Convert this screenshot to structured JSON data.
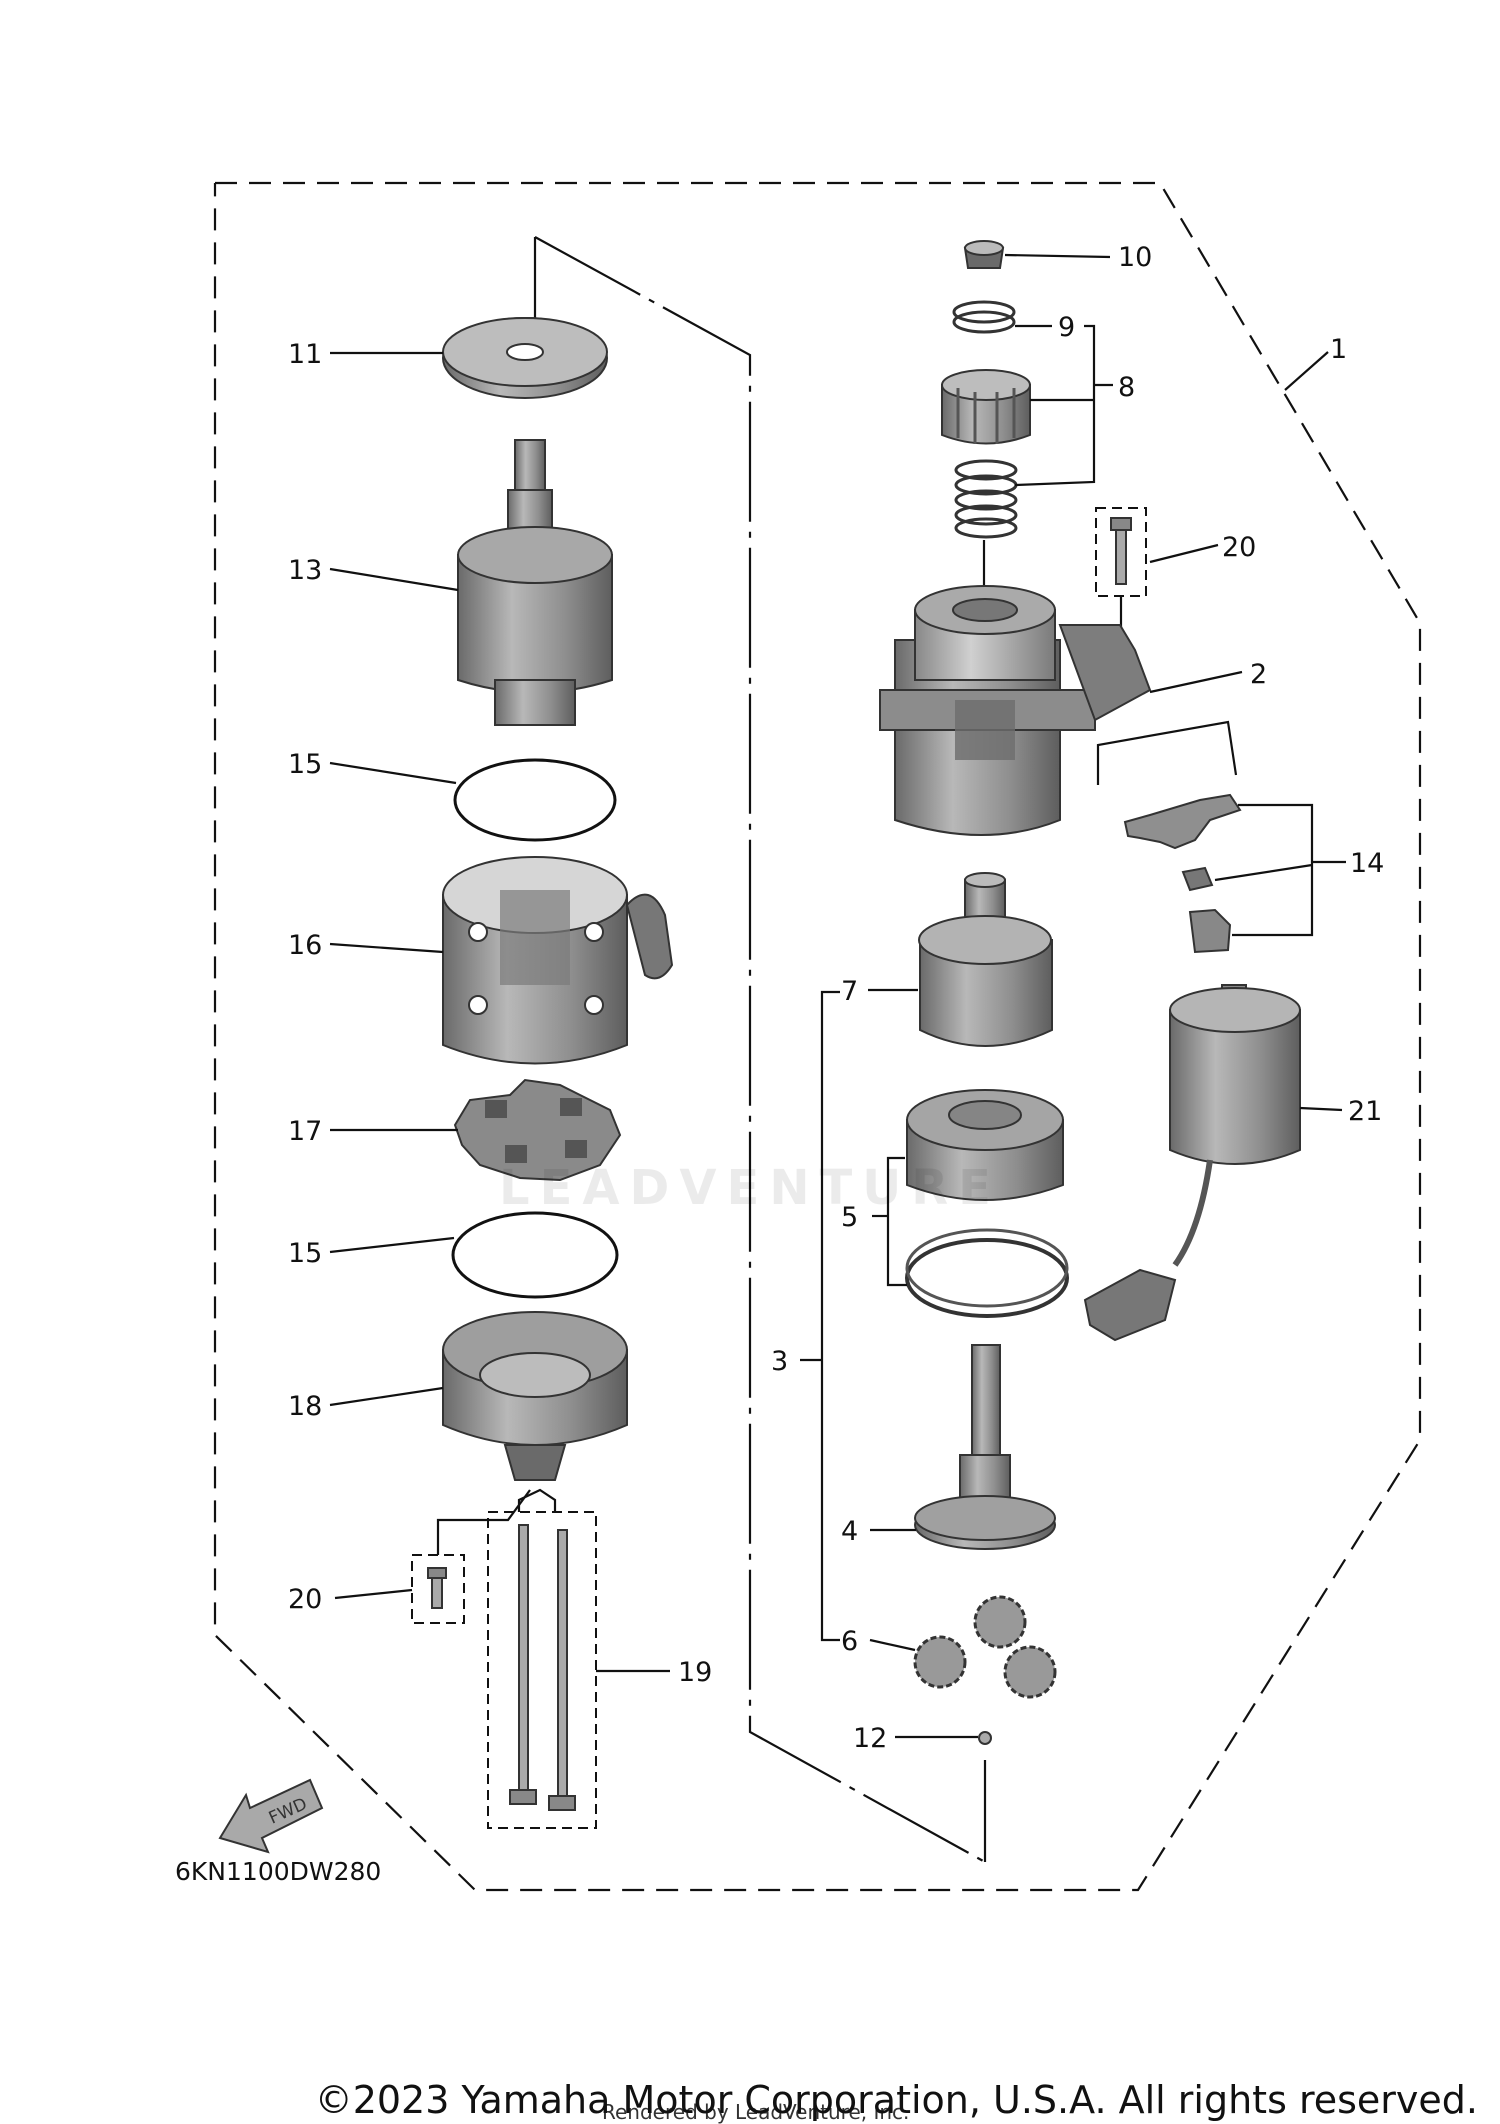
{
  "diagram": {
    "code": "6KN1100DW280",
    "fwd_label": "FWD",
    "watermark": "LEADVENTURE"
  },
  "labels": {
    "l1": "1",
    "l2": "2",
    "l3": "3",
    "l4": "4",
    "l5": "5",
    "l6": "6",
    "l7": "7",
    "l8": "8",
    "l9": "9",
    "l10": "10",
    "l11": "11",
    "l12": "12",
    "l13": "13",
    "l14": "14",
    "l15a": "15",
    "l15b": "15",
    "l16": "16",
    "l17": "17",
    "l18": "18",
    "l19": "19",
    "l20a": "20",
    "l20b": "20",
    "l21": "21"
  },
  "footer": {
    "copyright": "©2023 Yamaha Motor Corporation, U.S.A. All rights reserved.",
    "rendered": "Rendered by LeadVenture, Inc."
  },
  "colors": {
    "line": "#111111",
    "part_fill": "#9a9a9a",
    "part_dark": "#6e6e6e",
    "part_light": "#c4c4c4"
  }
}
